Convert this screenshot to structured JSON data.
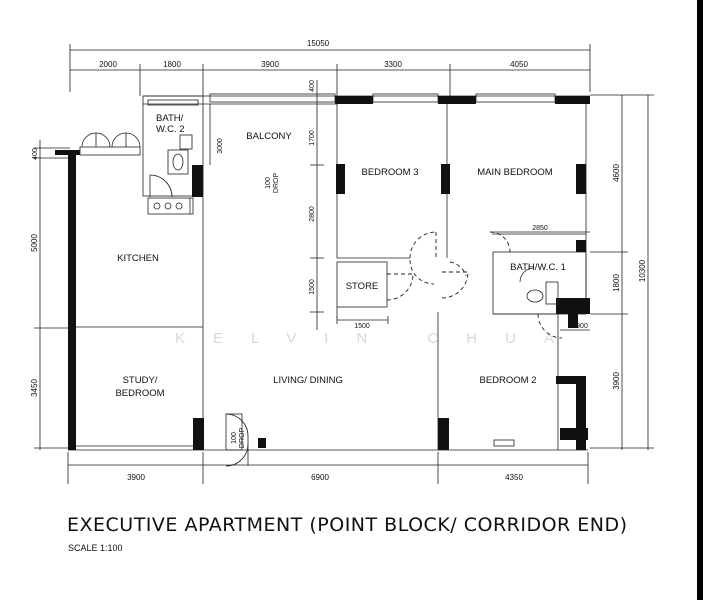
{
  "title": "EXECUTIVE APARTMENT (POINT BLOCK/ CORRIDOR END)",
  "scale": "SCALE 1:100",
  "watermark": "KELVIN CHUA",
  "dims": {
    "overall_width": "15050",
    "top": [
      "2000",
      "1800",
      "3900",
      "3300",
      "4050"
    ],
    "bottom": [
      "3900",
      "6900",
      "4350"
    ],
    "left": [
      "5000",
      "3450"
    ],
    "left_small": "400",
    "right": [
      "4600",
      "1800",
      "3900"
    ],
    "right_overall": "10300",
    "balcony_h": "3000",
    "bed3_h": "1700",
    "bed3_lower": "2800",
    "store_h": "1500",
    "store_w": "1500",
    "bath1_w": "2850",
    "bath1_side": "900",
    "balcony_top": "400"
  },
  "rooms": {
    "bath2": [
      "BATH/",
      "W.C. 2"
    ],
    "balcony": "BALCONY",
    "bedroom3": "BEDROOM 3",
    "main_bedroom": "MAIN BEDROOM",
    "kitchen": "KITCHEN",
    "store": "STORE",
    "bath1": "BATH/W.C. 1",
    "study": [
      "STUDY/",
      "BEDROOM"
    ],
    "living": "LIVING/ DINING",
    "bedroom2": "BEDROOM 2"
  },
  "drop_labels": {
    "balcony_drop": [
      "100",
      "DROP"
    ],
    "entrance_drop": [
      "100",
      "DROP"
    ]
  }
}
